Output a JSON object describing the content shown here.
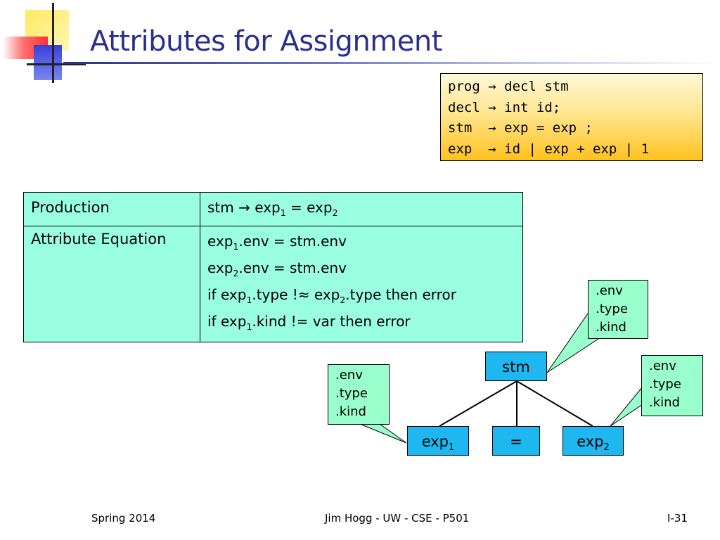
{
  "title": "Attributes for Assignment",
  "grammar": [
    {
      "lhs": "prog",
      "arrow": "→",
      "rhs": "decl stm"
    },
    {
      "lhs": "decl",
      "arrow": "→",
      "rhs": "int id;"
    },
    {
      "lhs": "stm ",
      "arrow": "→",
      "rhs": "exp = exp ;"
    },
    {
      "lhs": "exp ",
      "arrow": "→",
      "rhs": "id | exp + exp | 1"
    }
  ],
  "table": {
    "production_label": "Production",
    "production": {
      "lhs": "stm",
      "arrow": "→",
      "exp": "exp",
      "sub1": "1",
      "eq": "=",
      "sub2": "2"
    },
    "equation_label": "Attribute Equation",
    "equations": [
      {
        "a": "exp",
        "s1": "1",
        "b": ".env = stm.env"
      },
      {
        "a": "exp",
        "s1": "2",
        "b": ".env = stm.env"
      },
      {
        "a": "if exp",
        "s1": "1",
        "b": ".type !≈ exp",
        "s2": "2",
        "c": ".type then error"
      },
      {
        "a": "if exp",
        "s1": "1",
        "b": ".kind != var then error"
      }
    ]
  },
  "tree": {
    "root": "stm",
    "left": {
      "text": "exp",
      "sub": "1"
    },
    "middle": "=",
    "right": {
      "text": "exp",
      "sub": "2"
    }
  },
  "callouts": {
    "root": [
      ".env",
      ".type",
      ".kind"
    ],
    "left": [
      ".env",
      ".type",
      ".kind"
    ],
    "right": [
      ".env",
      ".type",
      ".kind"
    ]
  },
  "footer": {
    "left": "Spring 2014",
    "center": "Jim Hogg - UW - CSE - P501",
    "right": "I-31"
  }
}
